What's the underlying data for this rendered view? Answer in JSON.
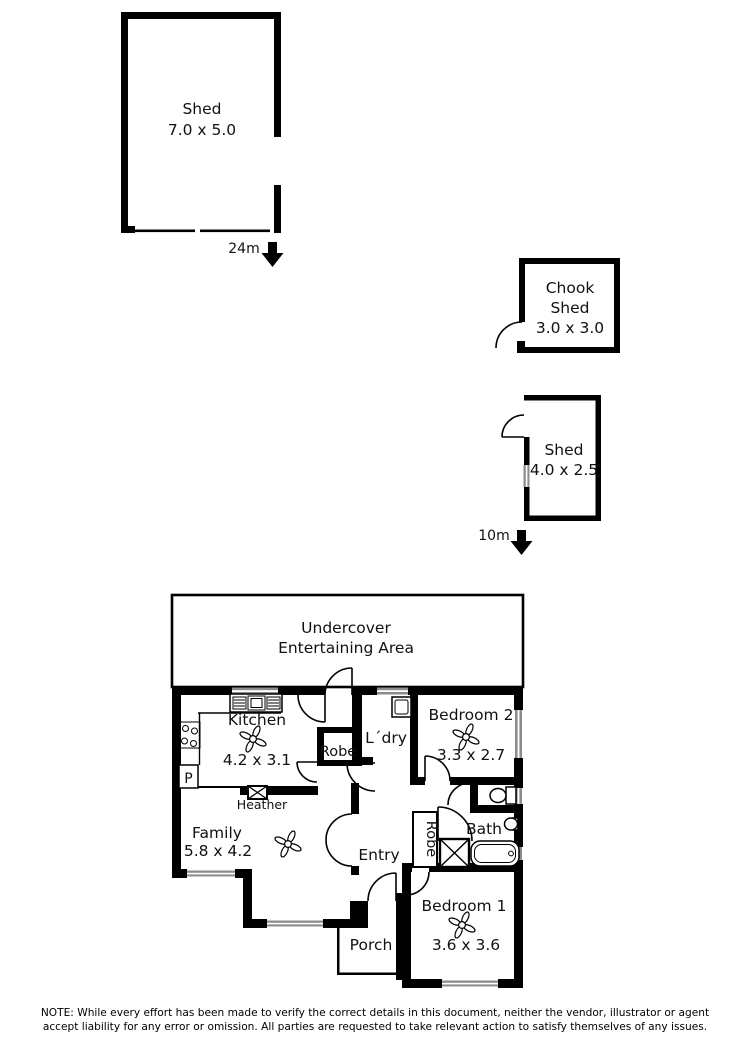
{
  "floorplan": {
    "sheds": {
      "large_shed": {
        "name": "Shed",
        "dims": "7.0 x 5.0"
      },
      "chook_shed": {
        "name_line1": "Chook",
        "name_line2": "Shed",
        "dims": "3.0 x 3.0"
      },
      "small_shed": {
        "name": "Shed",
        "dims": "4.0 x 2.5"
      }
    },
    "distance_markers": {
      "marker1": "24m",
      "marker2": "10m"
    },
    "outdoor": {
      "undercover_line1": "Undercover",
      "undercover_line2": "Entertaining Area"
    },
    "rooms": {
      "kitchen": {
        "name": "Kitchen",
        "dims": "4.2 x 3.1"
      },
      "family": {
        "name": "Family",
        "dims": "5.8 x 4.2"
      },
      "bedroom1": {
        "name": "Bedroom 1",
        "dims": "3.6 x 3.6"
      },
      "bedroom2": {
        "name": "Bedroom 2",
        "dims": "3.3 x 2.7"
      },
      "laundry": {
        "name": "L´dry"
      },
      "bath": {
        "name": "Bath"
      },
      "entry": {
        "name": "Entry"
      },
      "porch": {
        "name": "Porch"
      },
      "robe_hall": {
        "name": "Robe"
      },
      "robe_bed1": {
        "name": "Robe"
      },
      "pantry": {
        "name": "P"
      },
      "heater": {
        "name": "Heather"
      }
    },
    "note": {
      "line1": "NOTE: While every effort has been made to verify the correct details in this document, neither the vendor, illustrator or agent",
      "line2": "accept liability for any error or omission. All parties are requested to take relevant action to satisfy themselves of any issues."
    },
    "icons": {
      "ceiling_fan": "ceiling-fan-icon",
      "down_arrow": "down-arrow-icon",
      "toilet": "toilet-icon",
      "bathtub": "bathtub-icon",
      "shower": "shower-icon",
      "basin": "basin-icon",
      "stove": "stove-icon",
      "cooktop": "cooktop-icon",
      "laundry_trough": "laundry-trough-icon",
      "heater_box": "heater-icon"
    },
    "colors": {
      "wall": "#000000",
      "window": "#8c8c8c",
      "background": "#ffffff"
    }
  }
}
